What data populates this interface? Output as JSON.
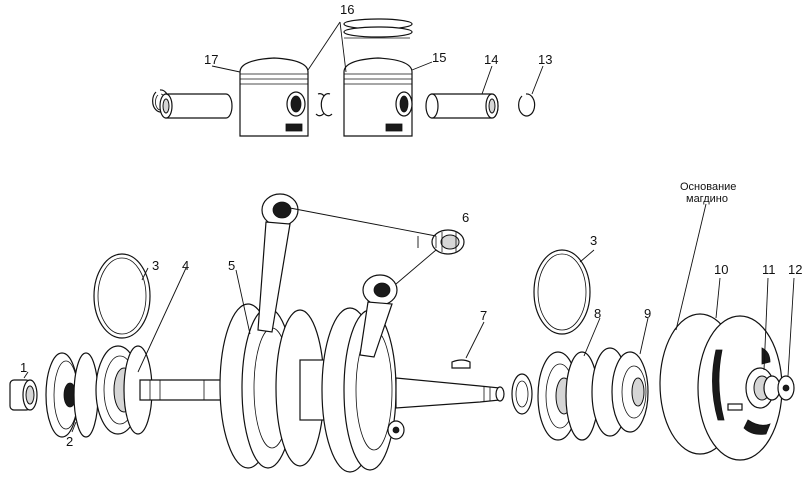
{
  "labels": {
    "l1": "1",
    "l2": "2",
    "l3a": "3",
    "l3b": "3",
    "l4": "4",
    "l5": "5",
    "l6": "6",
    "l7": "7",
    "l8": "8",
    "l9": "9",
    "l10": "10",
    "l11": "11",
    "l12": "12",
    "l13": "13",
    "l14": "14",
    "l15": "15",
    "l16": "16",
    "l17": "17"
  },
  "magneto_base_line1": "Основание",
  "magneto_base_line2": "магдино"
}
